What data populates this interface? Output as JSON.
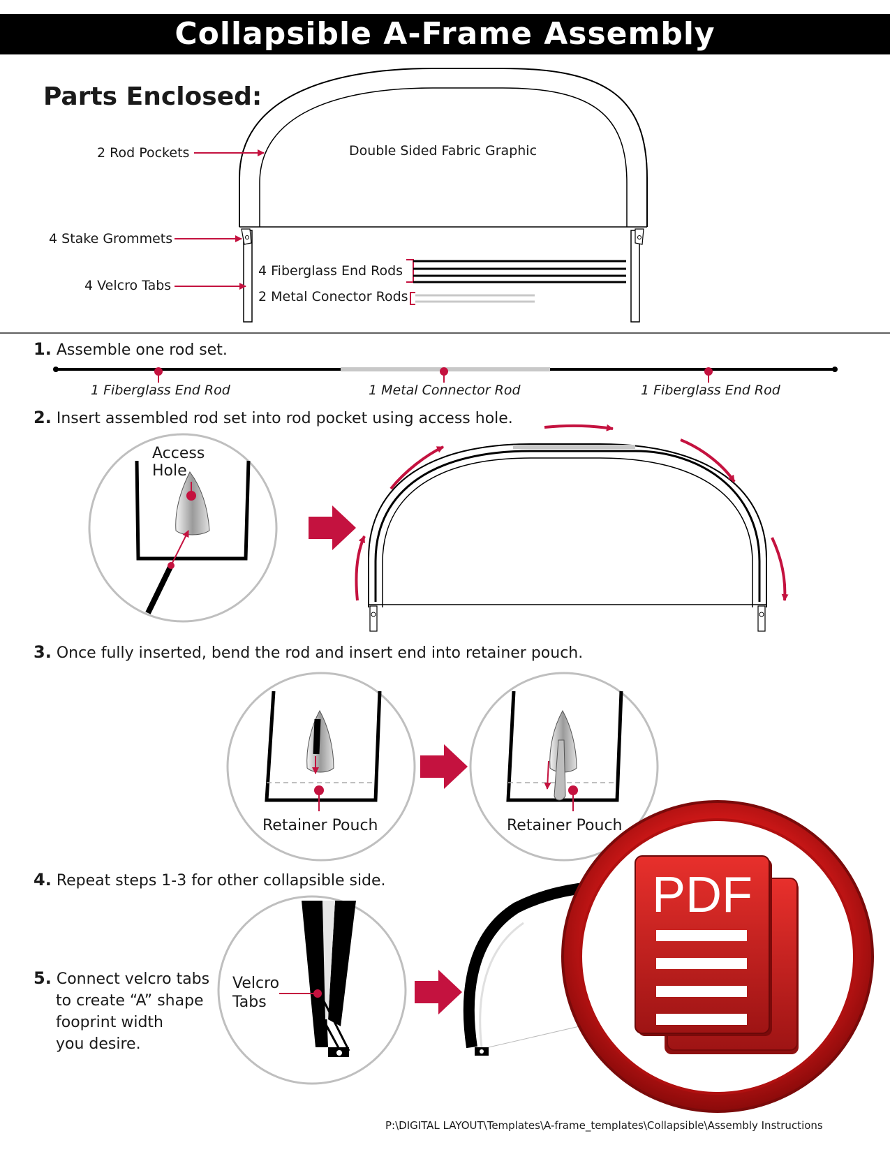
{
  "title": "Collapsible A-Frame Assembly",
  "parts": {
    "heading": "Parts Enclosed:",
    "rod_pockets": "2 Rod Pockets",
    "graphic": "Double Sided Fabric Graphic",
    "grommets": "4 Stake Grommets",
    "velcro_tabs": "4 Velcro Tabs",
    "fiberglass_rods": "4 Fiberglass End Rods",
    "metal_rods": "2 Metal Conector Rods"
  },
  "steps": {
    "s1_num": "1.",
    "s1_text": "Assemble one rod set.",
    "s1_rod_left": "1 Fiberglass End Rod",
    "s1_rod_mid": "1 Metal Connector Rod",
    "s1_rod_right": "1 Fiberglass End Rod",
    "s2_num": "2.",
    "s2_text": "Insert assembled rod set into rod pocket using access hole.",
    "s2_access_1": "Access",
    "s2_access_2": "Hole",
    "s3_num": "3.",
    "s3_text": "Once fully inserted, bend the rod and insert end into retainer pouch.",
    "s3_pouch_left": "Retainer Pouch",
    "s3_pouch_right": "Retainer Pouch",
    "s4_num": "4.",
    "s4_text": "Repeat steps 1-3 for other collapsible side.",
    "s5_num": "5.",
    "s5_lines": [
      "Connect velcro tabs",
      "to create “A” shape",
      "fooprint width",
      "you desire."
    ],
    "s5_velcro_1": "Velcro",
    "s5_velcro_2": "Tabs"
  },
  "pdf_badge": {
    "label": "PDF",
    "icon": "pdf-document-icon"
  },
  "footer_path": "P:\\DIGITAL LAYOUT\\Templates\\A-frame_templates\\Collapsible\\Assembly Instructions",
  "colors": {
    "accent": "#c4123f",
    "grey": "#c8c8c8",
    "black": "#000000"
  }
}
